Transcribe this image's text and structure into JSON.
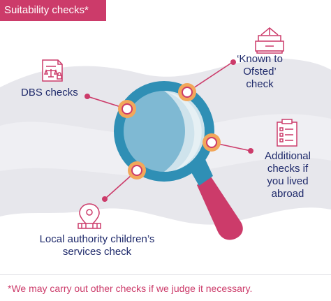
{
  "title": "Suitability checks*",
  "checks": {
    "dbs": "DBS checks",
    "ofsted": [
      "‘Known to",
      "Ofsted’",
      "check"
    ],
    "abroad": [
      "Additional",
      "checks if",
      "you lived",
      "abroad"
    ],
    "local": [
      "Local authority children’s",
      "services check"
    ]
  },
  "footnote": "*We may carry out other checks if we judge it necessary.",
  "icons": {
    "dbs": "document-scales-icon",
    "ofsted": "filing-tray-icon",
    "abroad": "clipboard-checklist-icon",
    "local": "location-pin-building-icon",
    "center": "magnifying-glass-icon"
  },
  "colors": {
    "accent_pink": "#cc3b6a",
    "navy": "#1f2a6b",
    "teal": "#2f8fb5",
    "orange": "#f2a75a",
    "grey_wave": "#e7e7ec"
  }
}
